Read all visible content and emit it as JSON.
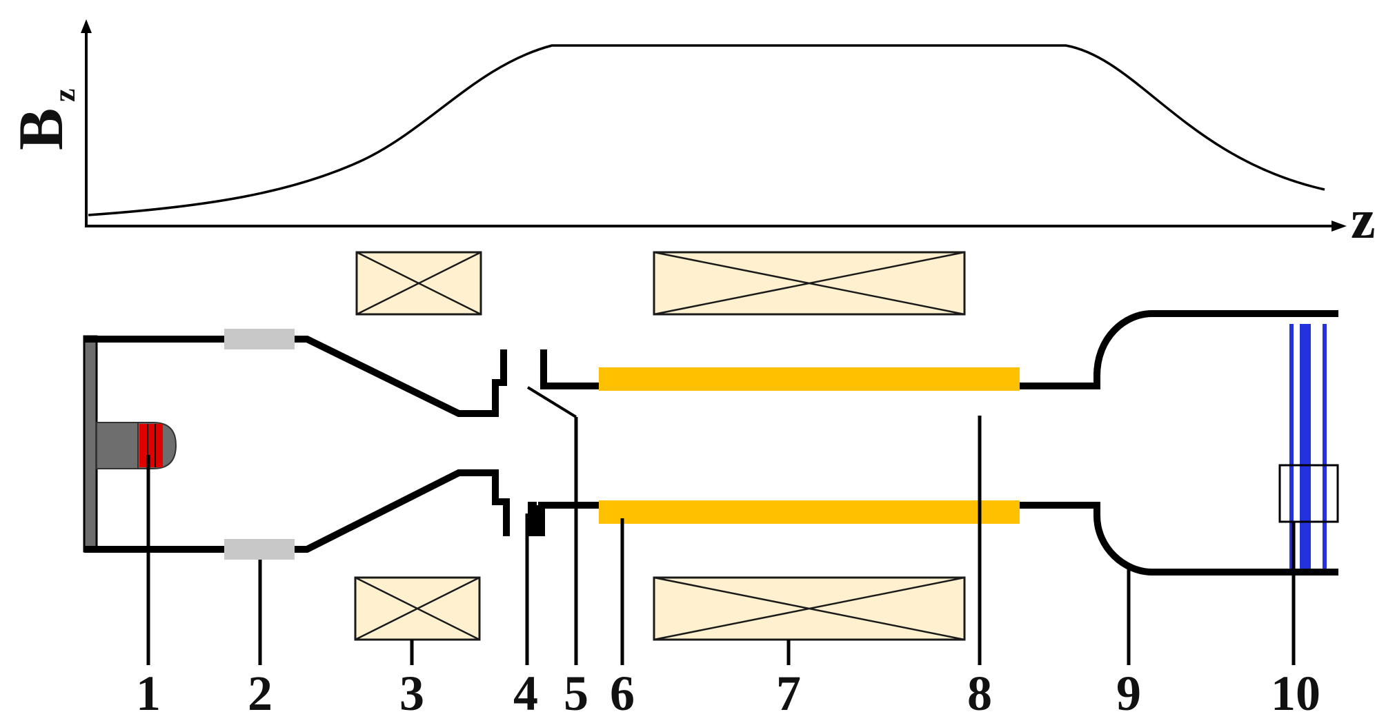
{
  "axes": {
    "y_label": "B",
    "y_subscript": "z",
    "x_label": "z"
  },
  "labels": [
    "1",
    "2",
    "3",
    "4",
    "5",
    "6",
    "7",
    "8",
    "9",
    "10"
  ],
  "colors": {
    "background": "#ffffff",
    "line": "#000000",
    "coil_fill": "#fff1cf",
    "drift_tube": "#ffc000",
    "emitter_red": "#e00000",
    "emitter_gray": "#6e6e6e",
    "insulator": "#c8c8c8",
    "collector_blue": "#2233dd"
  }
}
